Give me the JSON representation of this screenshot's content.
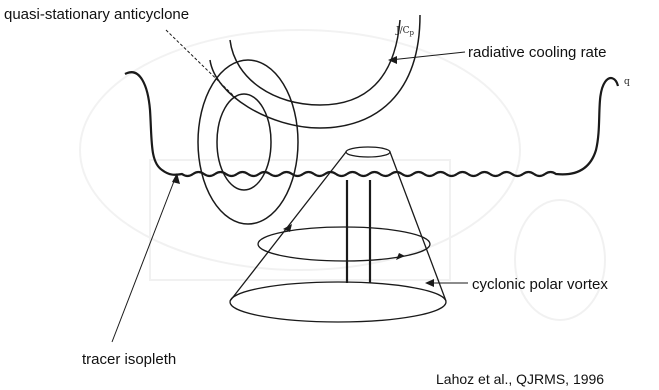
{
  "labels": {
    "anticyclone": "quasi-stationary anticyclone",
    "jcp": "J/C",
    "jcp_sub": "p",
    "cooling": "radiative cooling rate",
    "q": "q",
    "vortex": "cyclonic polar vortex",
    "tracer": "tracer isopleth",
    "citation": "Lahoz et al., QJRMS, 1996"
  }
}
